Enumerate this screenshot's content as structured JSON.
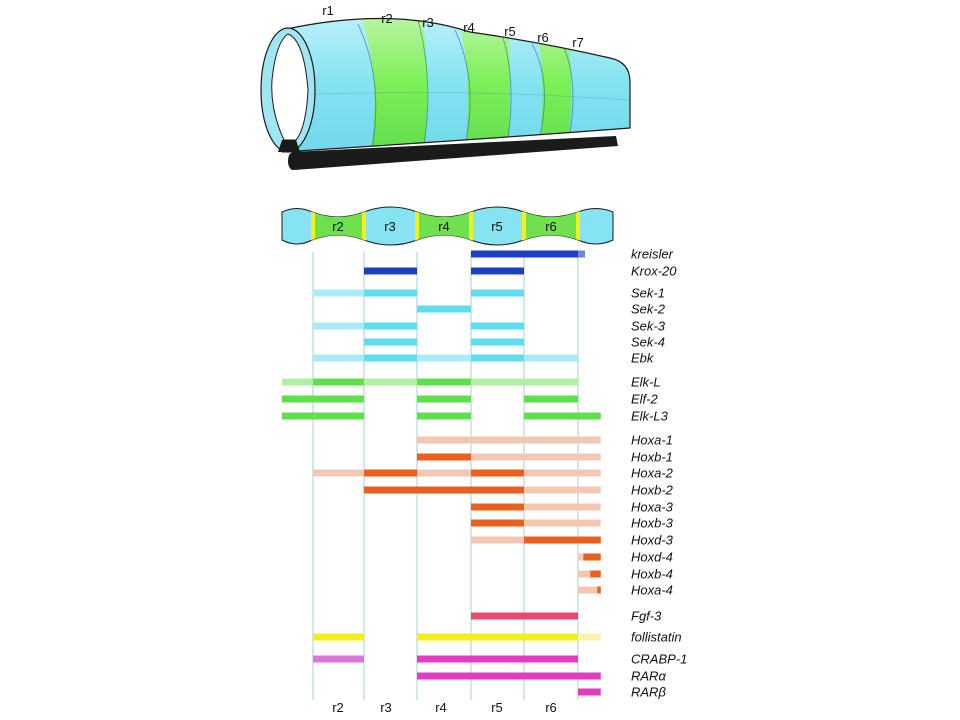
{
  "tube": {
    "labels": [
      "r1",
      "r2",
      "r3",
      "r4",
      "r5",
      "r6",
      "r7"
    ]
  },
  "strip": {
    "labels": [
      "r2",
      "r3",
      "r4",
      "r5",
      "r6"
    ]
  },
  "bottom_labels": [
    "r2",
    "r3",
    "r4",
    "r5",
    "r6"
  ],
  "genes": [
    {
      "name": "kreisler",
      "segs": [
        [
          4,
          6,
          "#1e3fc4"
        ],
        [
          6,
          6.2,
          "#6f86d6"
        ]
      ]
    },
    {
      "name": "Krox-20",
      "segs": [
        [
          2,
          3,
          "#1e3fc4"
        ],
        [
          4,
          5,
          "#1e3fc4"
        ]
      ]
    },
    {
      "name": "Sek-1",
      "segs": [
        [
          1,
          2,
          "#a9ecf3"
        ],
        [
          2,
          3,
          "#5fdcee"
        ],
        [
          4,
          5,
          "#5fdcee"
        ]
      ]
    },
    {
      "name": "Sek-2",
      "segs": [
        [
          3,
          4,
          "#5fdcee"
        ]
      ]
    },
    {
      "name": "Sek-3",
      "segs": [
        [
          1,
          2,
          "#a9ecf3"
        ],
        [
          2,
          3,
          "#5fdcee"
        ],
        [
          4,
          5,
          "#5fdcee"
        ]
      ]
    },
    {
      "name": "Sek-4",
      "segs": [
        [
          2,
          3,
          "#5fdcee"
        ],
        [
          4,
          5,
          "#5fdcee"
        ]
      ]
    },
    {
      "name": "Ebk",
      "segs": [
        [
          1,
          2,
          "#a9ecf3"
        ],
        [
          2,
          3,
          "#5fdcee"
        ],
        [
          3,
          4,
          "#a9ecf3"
        ],
        [
          4,
          5,
          "#5fdcee"
        ],
        [
          5,
          6,
          "#a9ecf3"
        ]
      ]
    },
    {
      "name": "Elk-L",
      "segs": [
        [
          0,
          1,
          "#aff0a4"
        ],
        [
          1,
          2,
          "#5ee04a"
        ],
        [
          2,
          3,
          "#aff0a4"
        ],
        [
          3,
          4,
          "#5ee04a"
        ],
        [
          4,
          6,
          "#aff0a4"
        ]
      ]
    },
    {
      "name": "Elf-2",
      "segs": [
        [
          0,
          2,
          "#5ee04a"
        ],
        [
          3,
          4,
          "#5ee04a"
        ],
        [
          5,
          6,
          "#5ee04a"
        ]
      ]
    },
    {
      "name": "Elk-L3",
      "segs": [
        [
          0,
          2,
          "#5ee04a"
        ],
        [
          3,
          4,
          "#5ee04a"
        ],
        [
          5,
          6.65,
          "#5ee04a"
        ]
      ]
    },
    {
      "name": "Hoxa-1",
      "segs": [
        [
          3,
          6.65,
          "#f4c7b2"
        ]
      ]
    },
    {
      "name": "Hoxb-1",
      "segs": [
        [
          3,
          4,
          "#ea5f1e"
        ],
        [
          4,
          6.65,
          "#f4c7b2"
        ]
      ]
    },
    {
      "name": "Hoxa-2",
      "segs": [
        [
          1,
          2,
          "#f4c7b2"
        ],
        [
          2,
          3,
          "#ea5f1e"
        ],
        [
          3,
          4,
          "#f4c7b2"
        ],
        [
          4,
          5,
          "#ea5f1e"
        ],
        [
          5,
          6.65,
          "#f4c7b2"
        ]
      ]
    },
    {
      "name": "Hoxb-2",
      "segs": [
        [
          2,
          5,
          "#ea5f1e"
        ],
        [
          5,
          6.65,
          "#f4c7b2"
        ]
      ]
    },
    {
      "name": "Hoxa-3",
      "segs": [
        [
          4,
          5,
          "#ea5f1e"
        ],
        [
          5,
          6.65,
          "#f4c7b2"
        ]
      ]
    },
    {
      "name": "Hoxb-3",
      "segs": [
        [
          4,
          5,
          "#ea5f1e"
        ],
        [
          5,
          6.65,
          "#f4c7b2"
        ]
      ]
    },
    {
      "name": "Hoxd-3",
      "segs": [
        [
          4,
          5,
          "#f4c7b2"
        ],
        [
          5,
          6.65,
          "#ea5f1e"
        ]
      ]
    },
    {
      "name": "Hoxd-4",
      "segs": [
        [
          6,
          6.15,
          "#f4c7b2"
        ],
        [
          6.15,
          6.65,
          "#ea5f1e"
        ]
      ]
    },
    {
      "name": "Hoxb-4",
      "segs": [
        [
          6,
          6.35,
          "#f4c7b2"
        ],
        [
          6.35,
          6.65,
          "#ea5f1e"
        ]
      ]
    },
    {
      "name": "Hoxa-4",
      "segs": [
        [
          6,
          6.55,
          "#f4c7b2"
        ],
        [
          6.55,
          6.65,
          "#ea5f1e"
        ]
      ]
    },
    {
      "name": "Fgf-3",
      "segs": [
        [
          4,
          6,
          "#ea4a72"
        ]
      ]
    },
    {
      "name": "follistatin",
      "segs": [
        [
          1,
          2,
          "#f2ef1c"
        ],
        [
          3,
          6,
          "#f2ef1c"
        ],
        [
          6,
          6.65,
          "#f8f4a8"
        ]
      ]
    },
    {
      "name": "CRABP-1",
      "segs": [
        [
          1,
          2,
          "#d978d9"
        ],
        [
          3,
          6,
          "#e43bc1"
        ]
      ]
    },
    {
      "name": "RARα",
      "segs": [
        [
          3,
          6.65,
          "#e43bc1"
        ]
      ]
    },
    {
      "name": "RARβ",
      "segs": [
        [
          6,
          6.65,
          "#e43bc1"
        ]
      ]
    }
  ],
  "colors": {
    "tube_cyan": "#86e3f2",
    "tube_green": "#7ff05a",
    "grid": "#a8cdd2",
    "ink": "#1a1a1a"
  }
}
